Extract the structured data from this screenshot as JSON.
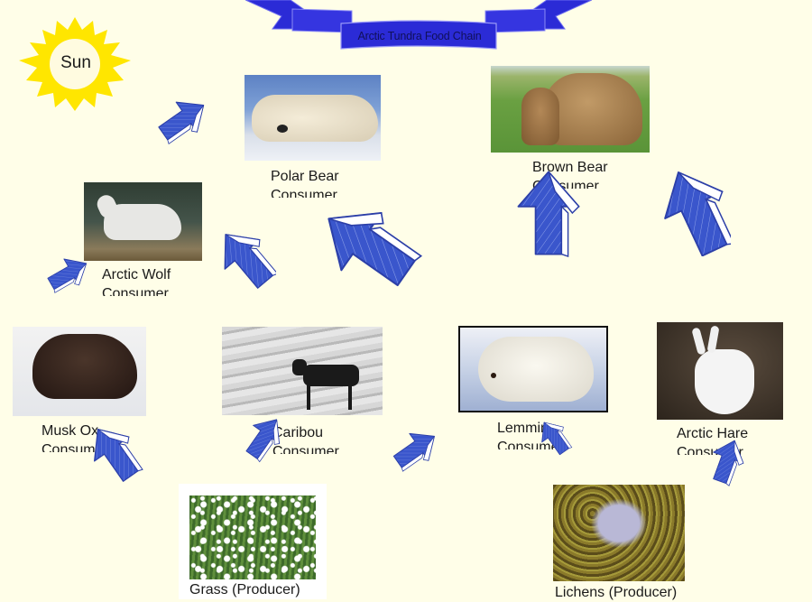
{
  "title": "Arctic Tundra Food Chain",
  "colors": {
    "background": "#fffee8",
    "banner": "#2b2bd6",
    "banner_text": "#10105a",
    "sun": "#ffe600",
    "sun_center": "#fffbe0",
    "arrow_fill": "#3a56cc",
    "arrow_outline": "#2c3fa8"
  },
  "sun": {
    "label": "Sun",
    "icon": "sun-icon"
  },
  "organisms": [
    {
      "id": "polar-bear",
      "name": "Polar Bear",
      "role": "Consumer"
    },
    {
      "id": "brown-bear",
      "name": "Brown Bear",
      "role": "Consumer"
    },
    {
      "id": "arctic-wolf",
      "name": "Arctic Wolf",
      "role": "Consumer"
    },
    {
      "id": "musk-ox",
      "name": "Musk Ox",
      "role": "Consumer"
    },
    {
      "id": "caribou",
      "name": "Caribou",
      "role": "Consumer"
    },
    {
      "id": "lemming",
      "name": "Lemming",
      "role": "Consumer"
    },
    {
      "id": "arctic-hare",
      "name": "Arctic Hare",
      "role": "Consumer"
    },
    {
      "id": "grass",
      "name": "Grass",
      "role": "Producer",
      "label": "Grass (Producer)"
    },
    {
      "id": "lichens",
      "name": "Lichens",
      "role": "Producer",
      "label": "Lichens (Producer)"
    }
  ],
  "arrows": [
    {
      "from": "sun",
      "to": "polar-bear",
      "icon": "arrow-up-right-icon"
    },
    {
      "from": "arctic-wolf",
      "to": "polar-bear",
      "icon": "arrow-up-left-icon"
    },
    {
      "from": "lemming",
      "to": "polar-bear",
      "icon": "arrow-up-left-icon"
    },
    {
      "from": "musk-ox",
      "to": "arctic-wolf",
      "icon": "arrow-up-right-icon"
    },
    {
      "from": "caribou",
      "to": "brown-bear",
      "icon": "arrow-up-icon"
    },
    {
      "from": "arctic-hare",
      "to": "brown-bear",
      "icon": "arrow-up-left-icon"
    },
    {
      "from": "grass",
      "to": "musk-ox",
      "icon": "arrow-up-left-icon"
    },
    {
      "from": "grass",
      "to": "caribou",
      "icon": "arrow-up-right-icon"
    },
    {
      "from": "grass",
      "to": "lemming",
      "icon": "arrow-up-right-icon"
    },
    {
      "from": "lichens",
      "to": "lemming",
      "icon": "arrow-up-left-icon"
    },
    {
      "from": "lichens",
      "to": "arctic-hare",
      "icon": "arrow-up-right-icon"
    }
  ]
}
